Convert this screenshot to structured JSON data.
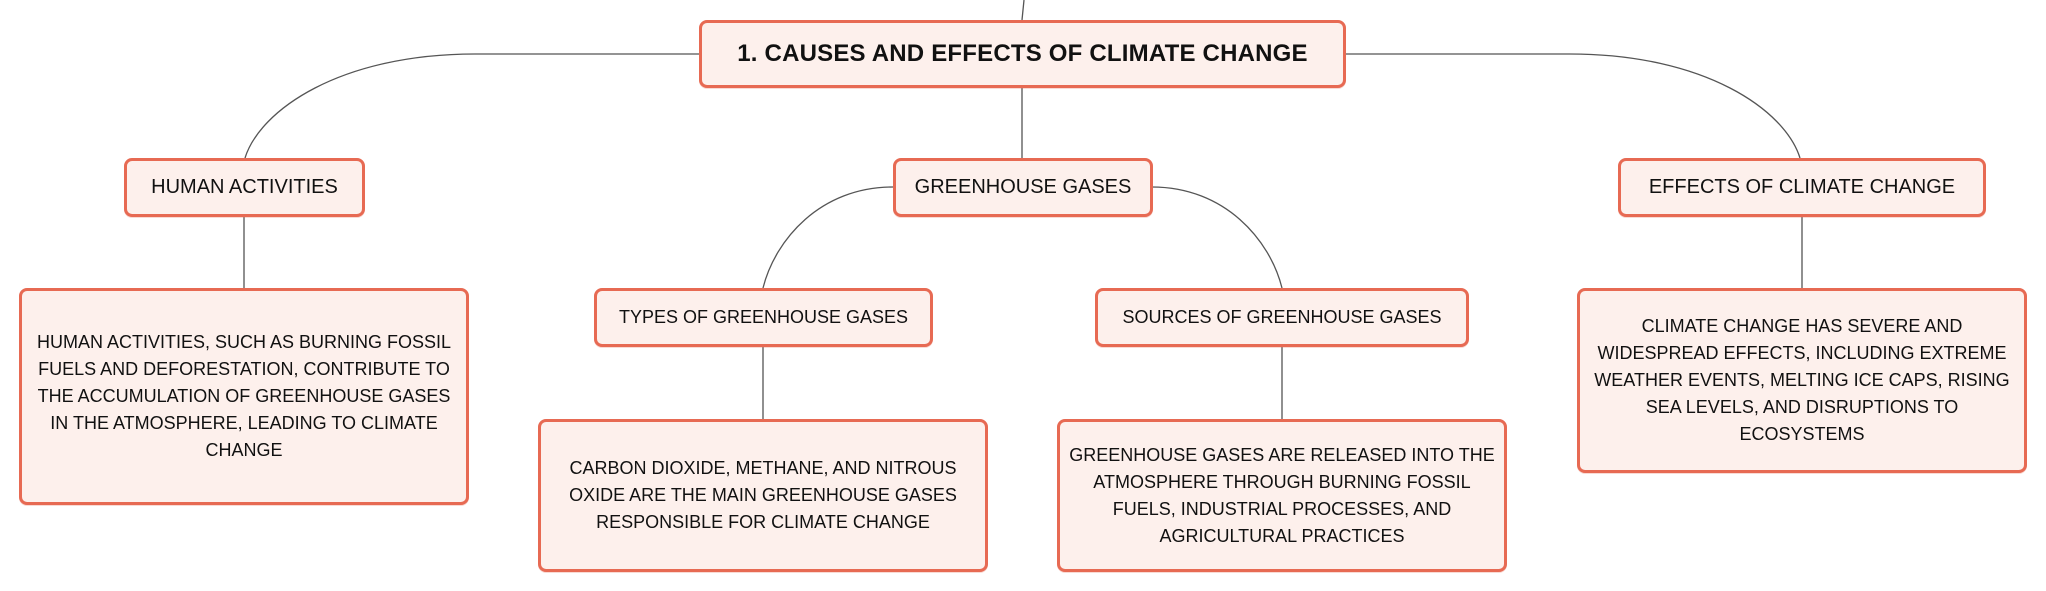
{
  "colors": {
    "node_fill": "#fdf0ec",
    "node_border": "#e76a53",
    "connector": "#555555",
    "text": "#111111"
  },
  "root": {
    "label": "1. CAUSES AND EFFECTS OF CLIMATE CHANGE"
  },
  "topics": {
    "human": {
      "label": "HUMAN ACTIVITIES",
      "detail": "HUMAN ACTIVITIES, SUCH AS BURNING FOSSIL FUELS AND DEFORESTATION, CONTRIBUTE TO THE ACCUMULATION OF GREENHOUSE GASES IN THE ATMOSPHERE, LEADING TO CLIMATE CHANGE"
    },
    "greenhouse": {
      "label": "GREENHOUSE GASES",
      "types": {
        "label": "TYPES OF GREENHOUSE GASES",
        "detail": "CARBON DIOXIDE, METHANE, AND NITROUS OXIDE ARE THE MAIN GREENHOUSE GASES RESPONSIBLE FOR CLIMATE CHANGE"
      },
      "sources": {
        "label": "SOURCES OF GREENHOUSE GASES",
        "detail": "GREENHOUSE GASES ARE RELEASED INTO THE ATMOSPHERE THROUGH BURNING FOSSIL FUELS, INDUSTRIAL PROCESSES, AND AGRICULTURAL PRACTICES"
      }
    },
    "effects": {
      "label": "EFFECTS OF CLIMATE CHANGE",
      "detail": "CLIMATE CHANGE HAS SEVERE AND WIDESPREAD EFFECTS, INCLUDING EXTREME WEATHER EVENTS, MELTING ICE CAPS, RISING SEA LEVELS, AND DISRUPTIONS TO ECOSYSTEMS"
    }
  }
}
